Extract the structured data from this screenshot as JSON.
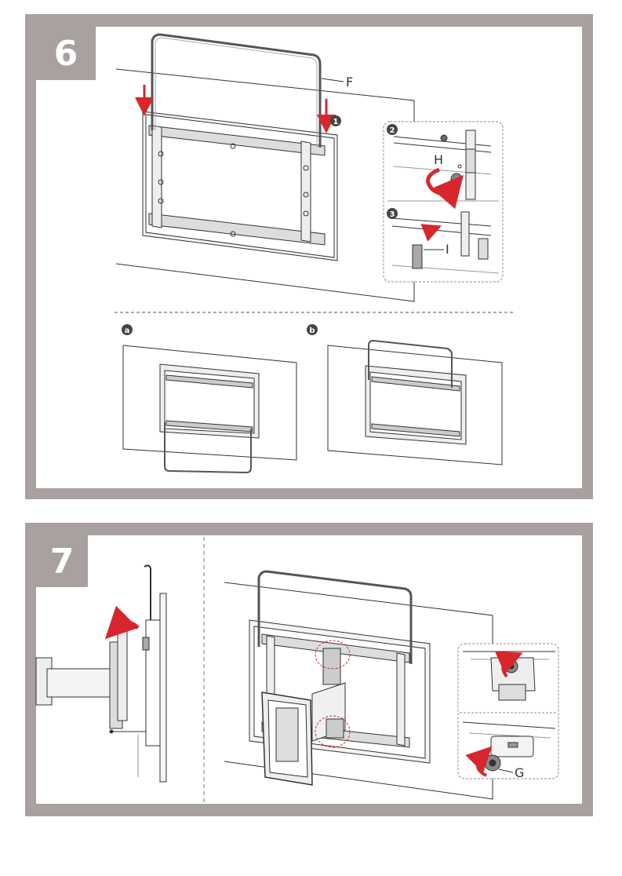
{
  "steps": [
    {
      "number": "6"
    },
    {
      "number": "7"
    }
  ],
  "labels": {
    "bracket": "F",
    "knob": "H",
    "strap": "I",
    "screw": "G"
  },
  "substeps": [
    "1",
    "2",
    "3"
  ],
  "variants": [
    "a",
    "b"
  ],
  "colors": {
    "panel": "#a8a1a0",
    "accent_red": "#d7272d",
    "line": "#333333",
    "badge": "#444444"
  }
}
